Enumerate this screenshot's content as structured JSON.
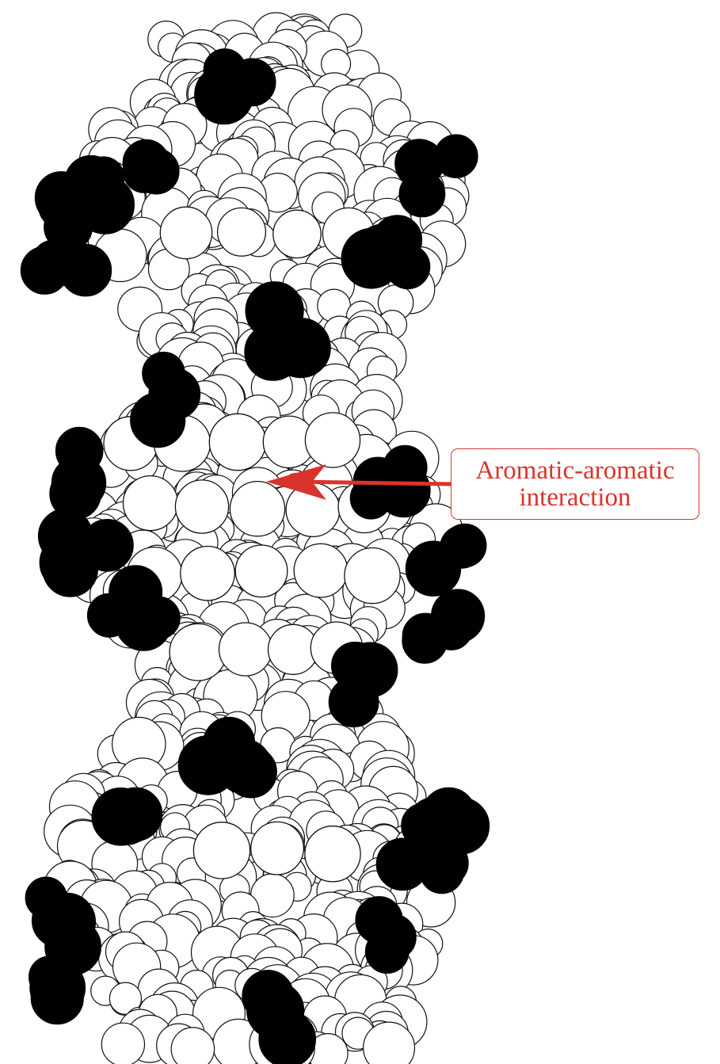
{
  "diagram": {
    "subject": "dna-double-helix-space-filling-model",
    "colors": {
      "atom_light": "#ffffff",
      "atom_dark": "#000000",
      "outline": "#111111",
      "annotation": "#d9342b"
    },
    "annotation": {
      "line1": "Aromatic-aromatic",
      "line2": "interaction"
    }
  }
}
